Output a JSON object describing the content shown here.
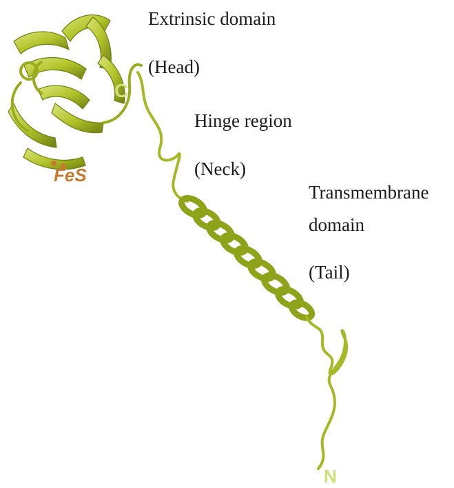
{
  "labels": {
    "head_title": "Extrinsic domain",
    "head_sub": "(Head)",
    "neck_title": "Hinge region",
    "neck_sub": "(Neck)",
    "tail_title_1": "Transmembrane",
    "tail_title_2": "domain",
    "tail_sub": "(Tail)"
  },
  "markers": {
    "fes": "FeS",
    "c_terminus": "C",
    "n_terminus": "N"
  },
  "colors": {
    "ribbon": "#b2c42a",
    "ribbon_dark": "#6f7f12",
    "ribbon_light": "#dbe57a",
    "fes": "#c77a2c",
    "terminus": "#cfe07a"
  }
}
